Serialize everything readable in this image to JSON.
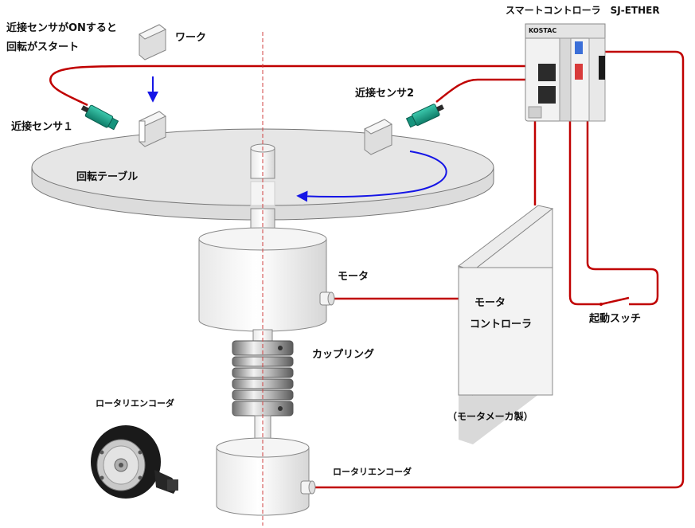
{
  "labels": {
    "trigger_line1": "近接センサがONすると",
    "trigger_line2": "回転がスタート",
    "work": "ワーク",
    "sensor1": "近接センサ１",
    "sensor2": "近接センサ2",
    "rotary_table": "回転テーブル",
    "motor": "モータ",
    "motor_controller_line1": "モータ",
    "motor_controller_line2": "コントローラ",
    "coupling": "カップリング",
    "encoder_photo": "ロータリエンコーダ",
    "encoder_body": "ロータリエンコーダ",
    "maker_note": "（モータメーカ製）",
    "start_switch": "起動スッチ",
    "smart_controller": "スマートコントローラ　SJ-ETHER",
    "controller_brand": "KOSTAC"
  },
  "colors": {
    "wire": "#c00000",
    "arrow": "#1515e6",
    "sensor": "#1aa38a",
    "axis": "#d04040"
  }
}
